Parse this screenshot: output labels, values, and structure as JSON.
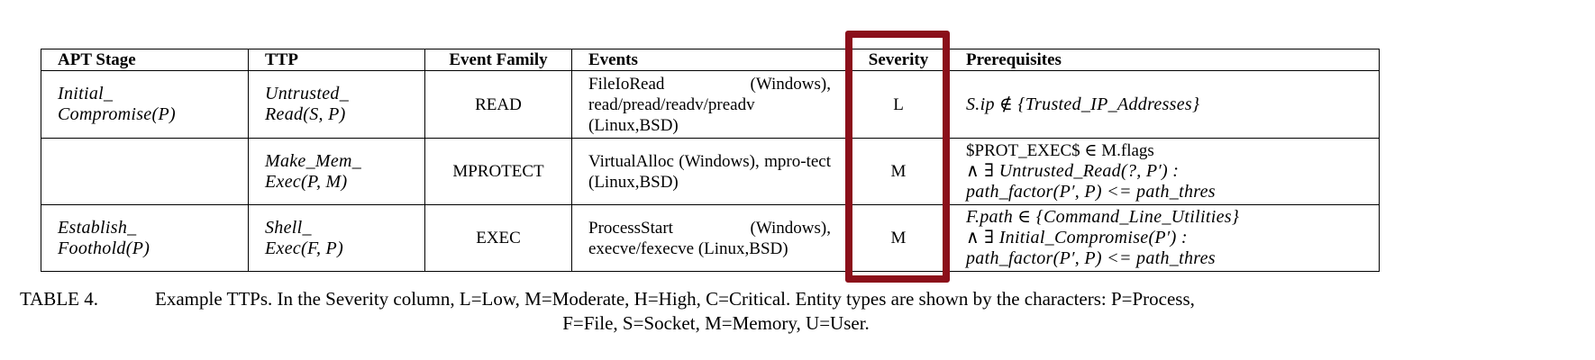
{
  "table": {
    "headers": [
      "APT Stage",
      "TTP",
      "Event Family",
      "Events",
      "Severity",
      "Prerequisites"
    ],
    "rows": [
      {
        "apt_stage_l1": "Initial_",
        "apt_stage_l2": "Compromise(P)",
        "ttp_l1": "Untrusted_",
        "ttp_l2": "Read(S, P)",
        "event_family": "READ",
        "events": "FileIoRead (Windows), read/pread/readv/preadv (Linux,BSD)",
        "severity": "L",
        "prereq_l1": "S.ip ∉ {Trusted_IP_Addresses}",
        "prereq_l2": "",
        "prereq_l3": ""
      },
      {
        "apt_stage_l1": "",
        "apt_stage_l2": "",
        "ttp_l1": "Make_Mem_",
        "ttp_l2": "Exec(P, M)",
        "event_family": "MPROTECT",
        "events": "VirtualAlloc (Windows), mpro-tect (Linux,BSD)",
        "severity": "M",
        "prereq_l1": "$PROT_EXEC$ ∈ M.flags",
        "prereq_l2": "∧ ∃ Untrusted_Read(?, P′) :",
        "prereq_l3": "path_factor(P′, P) <= path_thres"
      },
      {
        "apt_stage_l1": "Establish_",
        "apt_stage_l2": "Foothold(P)",
        "ttp_l1": "Shell_",
        "ttp_l2": "Exec(F, P)",
        "event_family": "EXEC",
        "events": "ProcessStart (Windows), execve/fexecve (Linux,BSD)",
        "severity": "M",
        "prereq_l1": "F.path ∈ {Command_Line_Utilities}",
        "prereq_l2": "∧ ∃ Initial_Compromise(P′) :",
        "prereq_l3": "path_factor(P′, P) <= path_thres"
      }
    ]
  },
  "caption": {
    "label": "TABLE 4.",
    "line1": "Example TTPs. In the Severity column, L=Low, M=Moderate, H=High, C=Critical. Entity types are shown by the characters: P=Process,",
    "line2": "F=File, S=Socket, M=Memory, U=User."
  },
  "highlight_color": "#8b0f1a"
}
